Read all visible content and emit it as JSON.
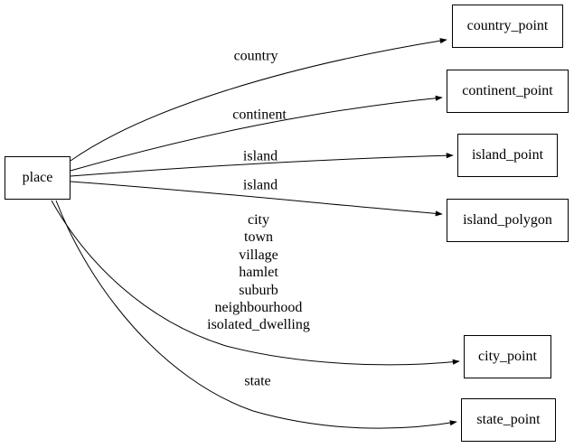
{
  "diagram": {
    "root": {
      "label": "place"
    },
    "nodes": [
      {
        "id": "country_point",
        "label": "country_point"
      },
      {
        "id": "continent_point",
        "label": "continent_point"
      },
      {
        "id": "island_point",
        "label": "island_point"
      },
      {
        "id": "island_polygon",
        "label": "island_polygon"
      },
      {
        "id": "city_point",
        "label": "city_point"
      },
      {
        "id": "state_point",
        "label": "state_point"
      }
    ],
    "edges": [
      {
        "from": "place",
        "to": "country_point",
        "label": "country"
      },
      {
        "from": "place",
        "to": "continent_point",
        "label": "continent"
      },
      {
        "from": "place",
        "to": "island_point",
        "label": "island"
      },
      {
        "from": "place",
        "to": "island_polygon",
        "label": "island"
      },
      {
        "from": "place",
        "to": "city_point",
        "label_lines": [
          "city",
          "town",
          "village",
          "hamlet",
          "suburb",
          "neighbourhood",
          "isolated_dwelling"
        ]
      },
      {
        "from": "place",
        "to": "state_point",
        "label": "state"
      }
    ],
    "colors": {
      "background": "#ffffff",
      "node_border": "#000000",
      "edge": "#000000",
      "text": "#000000"
    }
  }
}
